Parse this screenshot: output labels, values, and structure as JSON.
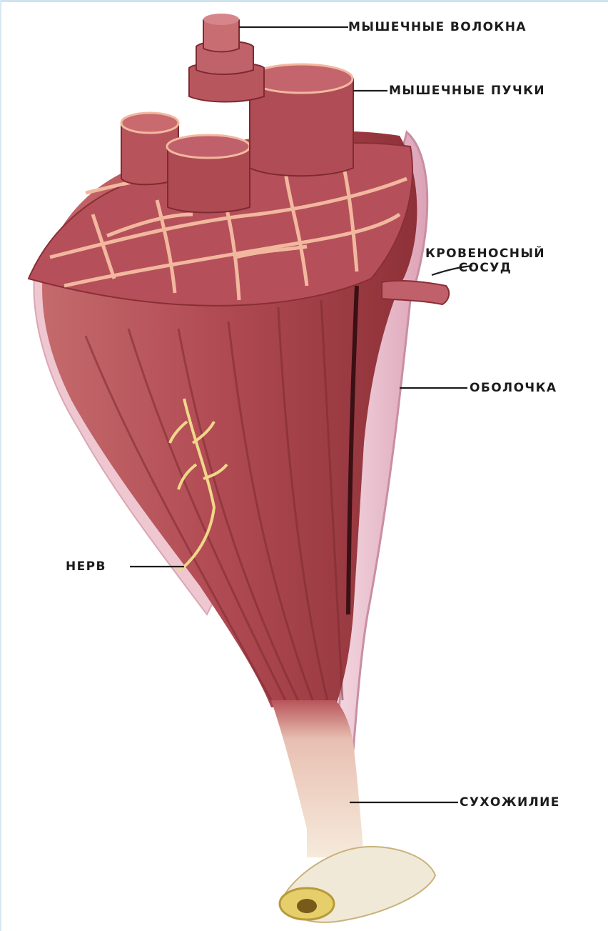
{
  "labels": {
    "muscle_fibers": "МЫШЕЧНЫЕ ВОЛОКНА",
    "muscle_bundles": "МЫШЕЧНЫЕ ПУЧКИ",
    "blood_vessel_line1": "КРОВЕНОСНЫЙ",
    "blood_vessel_line2": "СОСУД",
    "sheath": "ОБОЛОЧКА",
    "nerve": "НЕРВ",
    "tendon": "СУХОЖИЛИЕ"
  },
  "colors": {
    "muscle": "#b8545a",
    "muscle_dark": "#7e2a31",
    "connective": "#f2b89f",
    "sheath": "#e7b9cb",
    "tendon": "#f3e2d0",
    "bone": "#e6cf6a",
    "nerve": "#f0d78a"
  }
}
